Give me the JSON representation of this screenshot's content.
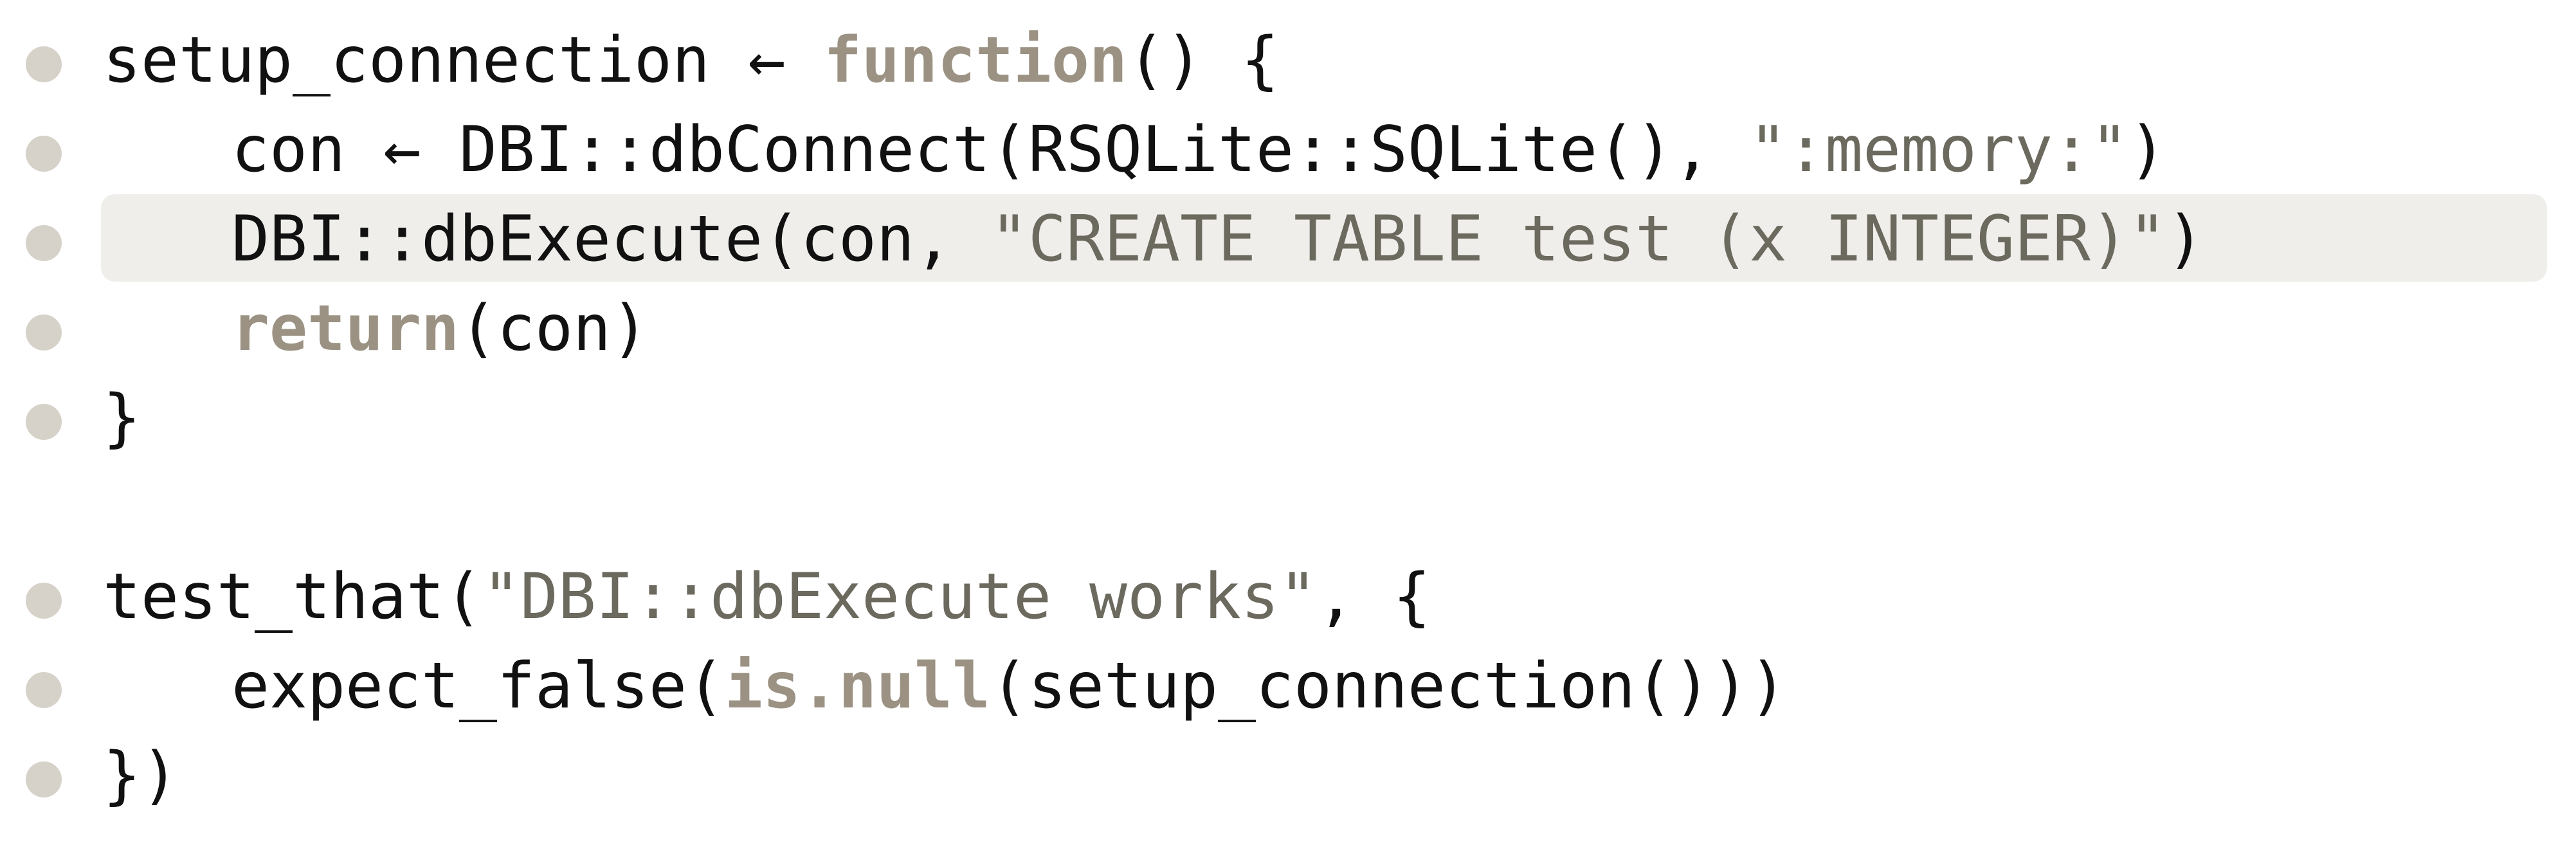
{
  "editor": {
    "lines": [
      {
        "indent": "",
        "segments": [
          {
            "text": "setup_connection ← ",
            "kind": "plain"
          },
          {
            "text": "function",
            "kind": "keyword"
          },
          {
            "text": "() {",
            "kind": "plain"
          }
        ]
      },
      {
        "indent": "  ",
        "segments": [
          {
            "text": "con ← DBI::dbConnect(RSQLite::SQLite(), ",
            "kind": "plain"
          },
          {
            "text": "\":memory:\"",
            "kind": "string"
          },
          {
            "text": ")",
            "kind": "plain"
          }
        ]
      },
      {
        "indent": "  ",
        "highlighted": true,
        "segments": [
          {
            "text": "DBI::dbExecute(con, ",
            "kind": "plain"
          },
          {
            "text": "\"CREATE TABLE test (x INTEGER)\"",
            "kind": "string"
          },
          {
            "text": ")",
            "kind": "plain"
          }
        ]
      },
      {
        "indent": "  ",
        "segments": [
          {
            "text": "return",
            "kind": "keyword"
          },
          {
            "text": "(con)",
            "kind": "plain"
          }
        ]
      },
      {
        "indent": "",
        "segments": [
          {
            "text": "}",
            "kind": "plain"
          }
        ]
      },
      {
        "indent": "",
        "segments": [
          {
            "text": "test_that(",
            "kind": "plain"
          },
          {
            "text": "\"DBI::dbExecute works\"",
            "kind": "string"
          },
          {
            "text": ", {",
            "kind": "plain"
          }
        ]
      },
      {
        "indent": "  ",
        "segments": [
          {
            "text": "expect_false(",
            "kind": "plain"
          },
          {
            "text": "is.null",
            "kind": "keyword"
          },
          {
            "text": "(setup_connection()))",
            "kind": "plain"
          }
        ]
      },
      {
        "indent": "",
        "segments": [
          {
            "text": "})",
            "kind": "plain"
          }
        ]
      }
    ],
    "colors": {
      "keyword": "#9b9283",
      "string": "#6c6a5e",
      "plain": "#111111",
      "highlight": "#efeeeb",
      "gutter_dot": "#d6d2c9"
    }
  }
}
